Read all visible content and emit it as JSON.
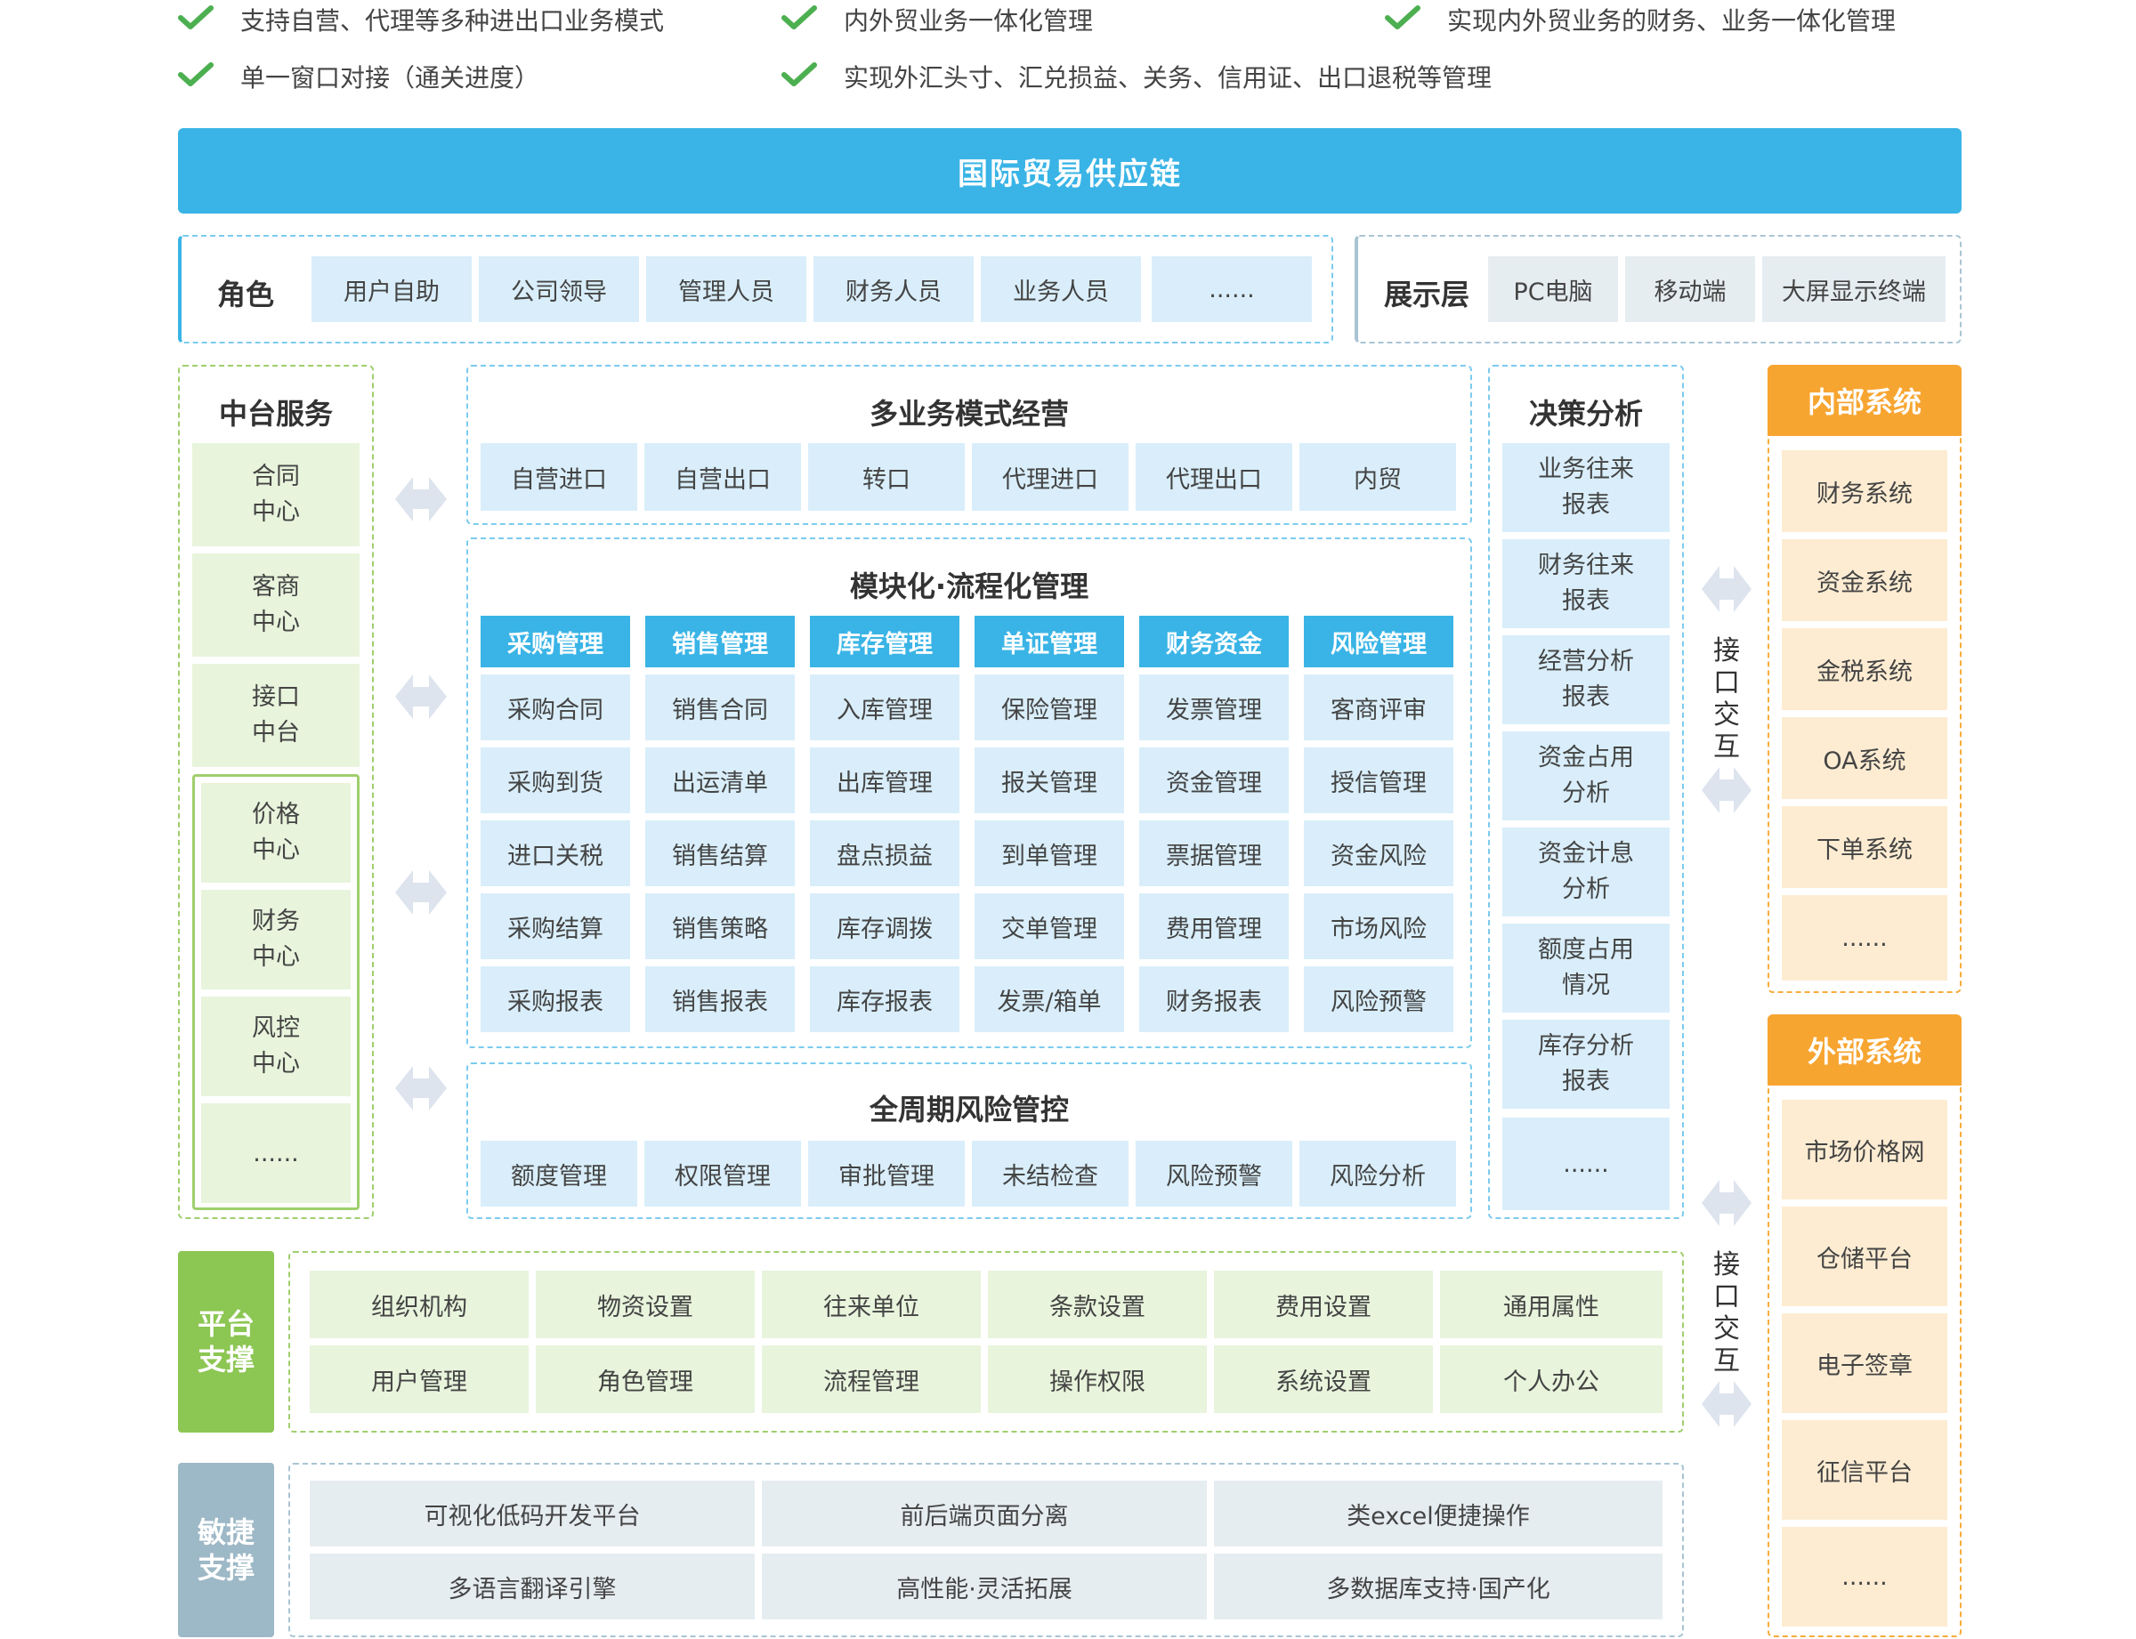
{
  "features": [
    "支持自营、代理等多种进出口业务模式",
    "内外贸业务一体化管理",
    "实现内外贸业务的财务、业务一体化管理",
    "单一窗口对接（通关进度）",
    "实现外汇头寸、汇兑损益、关务、信用证、出口退税等管理"
  ],
  "banner": "国际贸易供应链",
  "roles": {
    "title": "角色",
    "items": [
      "用户自助",
      "公司领导",
      "管理人员",
      "财务人员",
      "业务人员",
      "......"
    ]
  },
  "display": {
    "title": "展示层",
    "items": [
      "PC电脑",
      "移动端",
      "大屏显示终端"
    ]
  },
  "middle": {
    "title": "中台服务",
    "items": [
      "合同\n中心",
      "客商\n中心",
      "接口\n中台",
      "价格\n中心",
      "财务\n中心",
      "风控\n中心",
      "......"
    ]
  },
  "multi": {
    "title": "多业务模式经营",
    "items": [
      "自营进口",
      "自营出口",
      "转口",
      "代理进口",
      "代理出口",
      "内贸"
    ]
  },
  "modular": {
    "title": "模块化·流程化管理",
    "headers": [
      "采购管理",
      "销售管理",
      "库存管理",
      "单证管理",
      "财务资金",
      "风险管理"
    ],
    "rows": [
      [
        "采购合同",
        "销售合同",
        "入库管理",
        "保险管理",
        "发票管理",
        "客商评审"
      ],
      [
        "采购到货",
        "出运清单",
        "出库管理",
        "报关管理",
        "资金管理",
        "授信管理"
      ],
      [
        "进口关税",
        "销售结算",
        "盘点损益",
        "到单管理",
        "票据管理",
        "资金风险"
      ],
      [
        "采购结算",
        "销售策略",
        "库存调拨",
        "交单管理",
        "费用管理",
        "市场风险"
      ],
      [
        "采购报表",
        "销售报表",
        "库存报表",
        "发票/箱单",
        "财务报表",
        "风险预警"
      ]
    ]
  },
  "risk": {
    "title": "全周期风险管控",
    "items": [
      "额度管理",
      "权限管理",
      "审批管理",
      "未结检查",
      "风险预警",
      "风险分析"
    ]
  },
  "decision": {
    "title": "决策分析",
    "items": [
      "业务往来\n报表",
      "财务往来\n报表",
      "经营分析\n报表",
      "资金占用\n分析",
      "资金计息\n分析",
      "额度占用\n情况",
      "库存分析\n报表",
      "......"
    ]
  },
  "interface_label": "接口交互",
  "internal": {
    "title": "内部系统",
    "items": [
      "财务系统",
      "资金系统",
      "金税系统",
      "OA系统",
      "下单系统",
      "......"
    ]
  },
  "external": {
    "title": "外部系统",
    "items": [
      "市场价格网",
      "仓储平台",
      "电子签章",
      "征信平台",
      "......"
    ]
  },
  "platform": {
    "title": "平台\n支撑",
    "rows": [
      [
        "组织机构",
        "物资设置",
        "往来单位",
        "条款设置",
        "费用设置",
        "通用属性"
      ],
      [
        "用户管理",
        "角色管理",
        "流程管理",
        "操作权限",
        "系统设置",
        "个人办公"
      ]
    ]
  },
  "agile": {
    "title": "敏捷\n支撑",
    "rows": [
      [
        "可视化低码开发平台",
        "前后端页面分离",
        "类excel便捷操作"
      ],
      [
        "多语言翻译引擎",
        "高性能·灵活拓展",
        "多数据库支持·国产化"
      ]
    ]
  },
  "colors": {
    "blue": "#3ab4e6",
    "light_blue": "#d9eefa",
    "green": "#8cc653",
    "light_green": "#e8f4dc",
    "orange": "#f7a531",
    "light_orange": "#fdecd2",
    "gray": "#9db8c6",
    "light_gray": "#e6edf1",
    "check": "#4caf50"
  }
}
